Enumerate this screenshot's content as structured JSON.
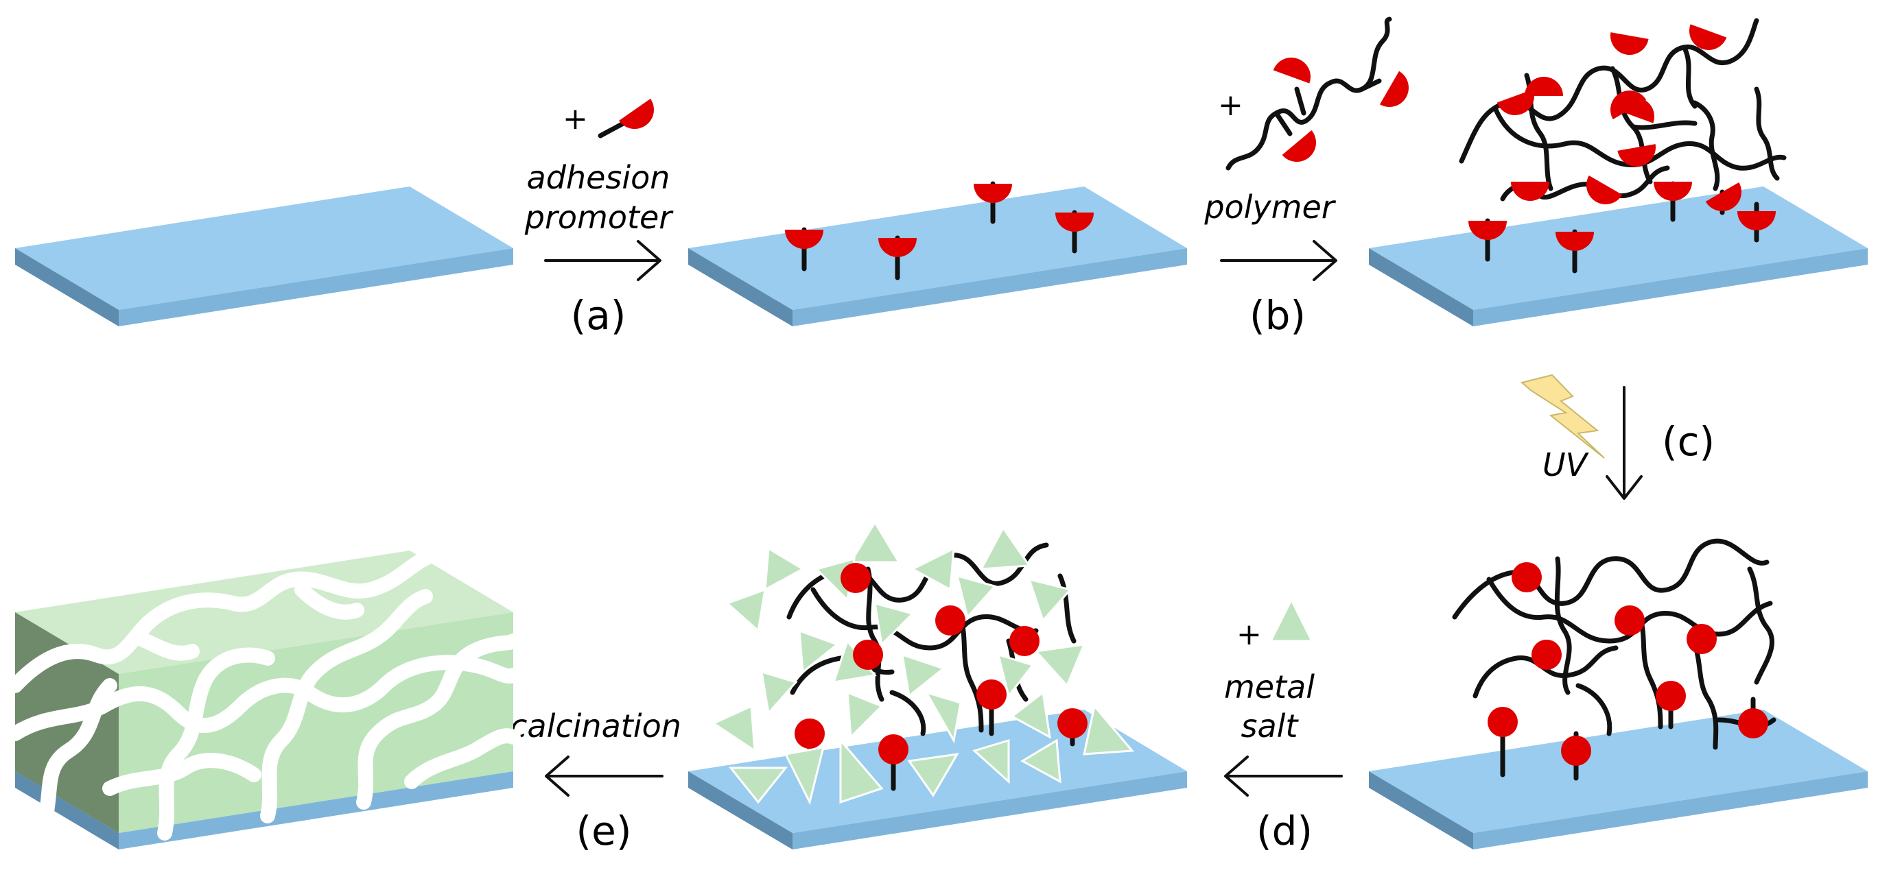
{
  "labels": {
    "a_reagent": "adhesion promoter",
    "a_reagent_line1": "adhesion",
    "a_reagent_line2": "promoter",
    "b_reagent": "polymer",
    "c_reagent": "UV",
    "d_reagent_line1": "metal",
    "d_reagent_line2": "salt",
    "e_reagent": "calcination",
    "plus": "+"
  },
  "steps": [
    "(a)",
    "(b)",
    "(c)",
    "(d)",
    "(e)"
  ],
  "colors": {
    "substrate_top": "#99CCEE",
    "substrate_front": "#7FB4DA",
    "substrate_side": "#5E8CAE",
    "anchor_red": "#E00000",
    "metal_salt_green": "#BFE3BF",
    "oxide_front": "#BCE3BA",
    "oxide_top": "#CFEBCC",
    "oxide_side": "#6F8A6B",
    "uv_bolt": "#FBE39A"
  },
  "icons": [
    "substrate-slab",
    "adhesion-anchor",
    "polymer-chain",
    "uv-bolt-icon",
    "metal-salt-triangle",
    "arrow-right",
    "arrow-down",
    "arrow-left"
  ]
}
